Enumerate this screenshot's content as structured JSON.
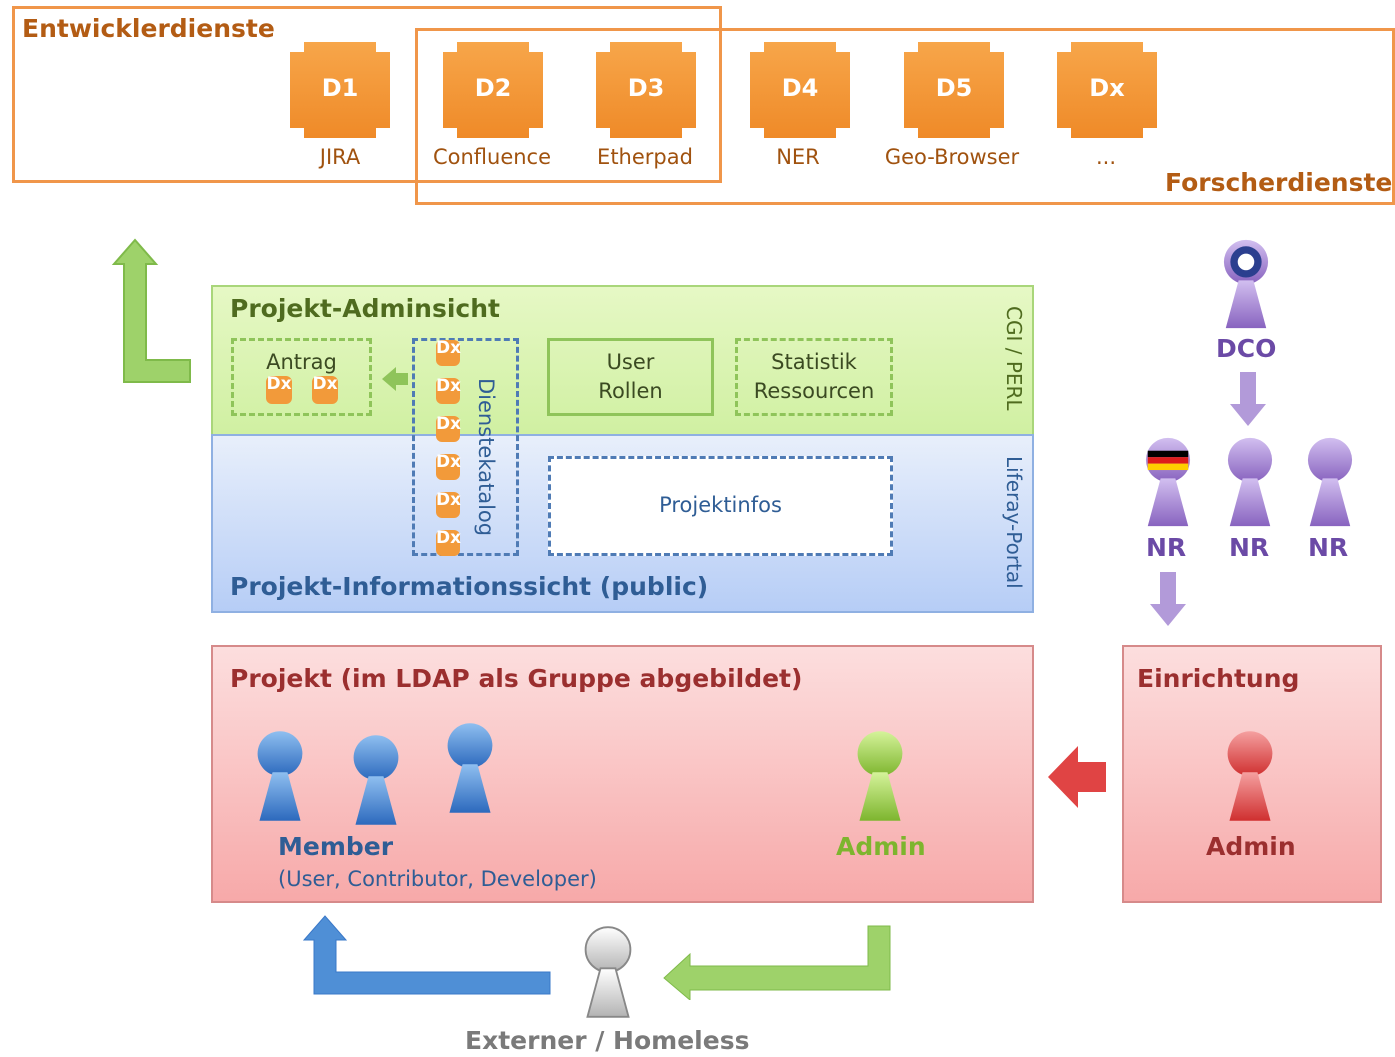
{
  "top": {
    "developer_services_title": "Entwicklerdienste",
    "researcher_services_title": "Forscherdienste",
    "services": [
      {
        "code": "D1",
        "name": "JIRA"
      },
      {
        "code": "D2",
        "name": "Confluence"
      },
      {
        "code": "D3",
        "name": "Etherpad"
      },
      {
        "code": "D4",
        "name": "NER"
      },
      {
        "code": "D5",
        "name": "Geo-Browser"
      },
      {
        "code": "Dx",
        "name": "..."
      }
    ]
  },
  "admin_view": {
    "title": "Projekt-Adminsicht",
    "side_label": "CGI / PERL",
    "antrag_label": "Antrag",
    "mini_tile": "Dx",
    "catalog_label": "Dienstekatalog",
    "user_roles_line1": "User",
    "user_roles_line2": "Rollen",
    "stats_line1": "Statistik",
    "stats_line2": "Ressourcen"
  },
  "info_view": {
    "title": "Projekt-Informationssicht (public)",
    "side_label": "Liferay-Portal",
    "projektinfos": "Projektinfos"
  },
  "project": {
    "title": "Projekt (im LDAP als Gruppe abgebildet)",
    "member_label": "Member",
    "member_sub": "(User, Contributor, Developer)",
    "admin_label": "Admin"
  },
  "setup": {
    "title": "Einrichtung",
    "admin_label": "Admin"
  },
  "hierarchy": {
    "dco_label": "DCO",
    "nr_labels": [
      "NR",
      "NR",
      "NR"
    ]
  },
  "external_label": "Externer / Homeless",
  "colors": {
    "orange": "#f29a3a",
    "orange_dark": "#b35c14",
    "green_title": "#4f6b1f",
    "blue_title": "#2f5d95",
    "red_title": "#9b2f2f",
    "purple": "#9a73c9",
    "member_blue": "#3a78c8",
    "admin_green": "#8ec63f",
    "admin_red": "#d84040"
  }
}
